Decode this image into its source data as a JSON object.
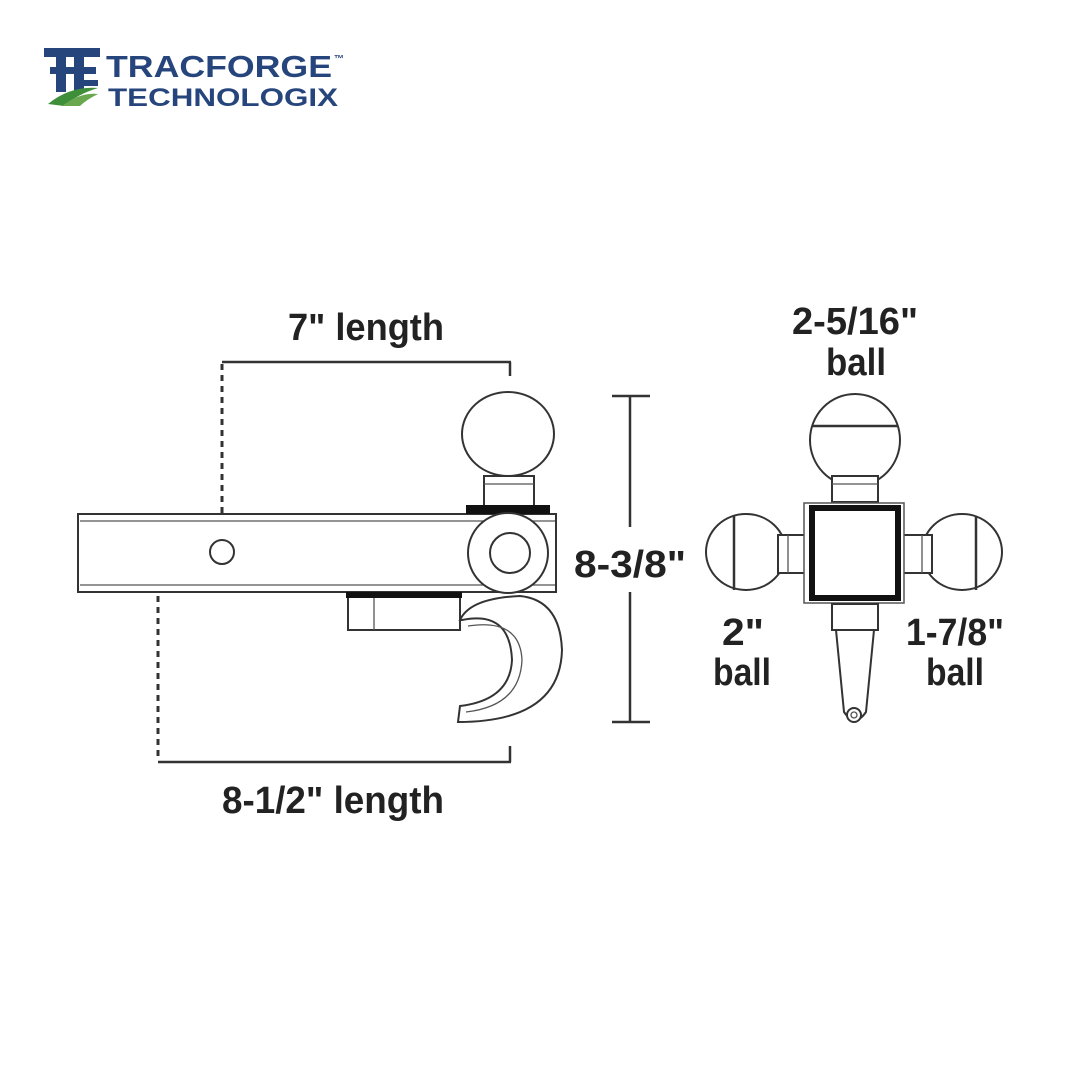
{
  "logo": {
    "brand_line1": "TRACFORGE",
    "brand_line2": "TECHNOLOGIX",
    "trademark": "™",
    "colors": {
      "blue": "#26457c",
      "green": "#3f8f3a"
    }
  },
  "diagram": {
    "side_view": {
      "top_length_label": "7\" length",
      "bottom_length_label": "8-1/2\" length",
      "height_label": "8-3/8\""
    },
    "front_view": {
      "top_ball_size": "2-5/16\"",
      "top_ball_word": "ball",
      "left_ball_size": "2\"",
      "left_ball_word": "ball",
      "right_ball_size": "1-7/8\"",
      "right_ball_word": "ball"
    }
  }
}
